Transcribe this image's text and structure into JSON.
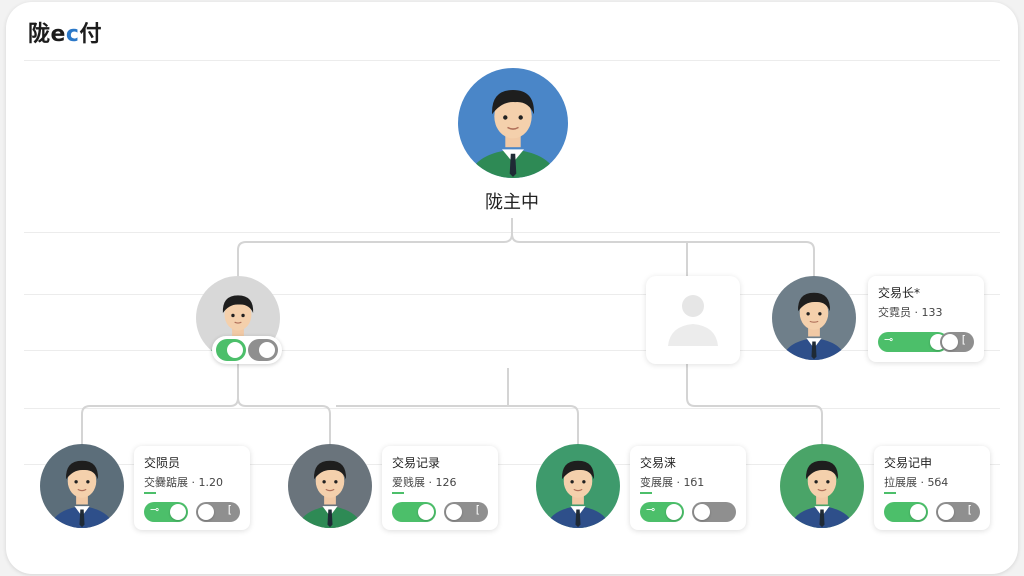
{
  "header": {
    "brand_prefix": "陇e",
    "brand_accent": "c",
    "brand_suffix": "付"
  },
  "colors": {
    "toggle_on": "#4cbf6a",
    "toggle_off": "#8f8f8f",
    "brand_accent": "#2b78c8",
    "connector": "#d4d4d4"
  },
  "root": {
    "label": "陇主中",
    "avatar_bg": "#4a86c8"
  },
  "level1": [
    {
      "avatar_bg": "#d8d8d8",
      "role": "avatar-with-dual-toggle"
    },
    {
      "role": "placeholder-avatar-icon"
    },
    {
      "avatar_bg": "#6f7f8a",
      "title": "交易长*",
      "subtitle": "交霓员 · 133",
      "toggle_on_mark": "⊸",
      "toggle_off_mark": "["
    }
  ],
  "level2": [
    {
      "avatar_bg": "#5c6e7a",
      "title": "交陨员",
      "subtitle": "交爨踮展 · 1.20",
      "toggle_on_mark": "⊸",
      "toggle_off_mark": "["
    },
    {
      "avatar_bg": "#6a747c",
      "title": "交易记录",
      "subtitle": "爱贱展 · 126",
      "toggle_on_mark": "",
      "toggle_off_mark": "["
    },
    {
      "avatar_bg": "#3e9a6c",
      "title": "交易涞",
      "subtitle": "变展展 · 1б1",
      "toggle_on_mark": "⊸",
      "toggle_off_mark": ""
    },
    {
      "avatar_bg": "#4aa468",
      "title": "交易记申",
      "subtitle": "拉展展 · 5б4",
      "toggle_on_mark": "",
      "toggle_off_mark": "["
    }
  ]
}
